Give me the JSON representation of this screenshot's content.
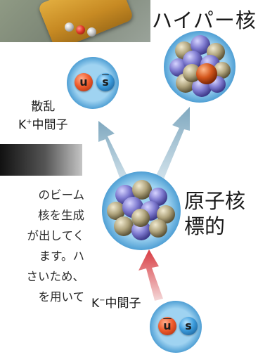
{
  "labels": {
    "hypernucleus": "ハイパー核",
    "scattered_kaon_line1": "散乱",
    "scattered_kaon_k": "K",
    "scattered_kaon_sup": "+",
    "scattered_kaon_rest": "中間子",
    "target_line1": "原子核",
    "target_line2": "標的",
    "kminus_k": "K",
    "kminus_sup": "−",
    "kminus_rest": "中間子"
  },
  "quarks": {
    "scattered_up": "u",
    "scattered_strange": "s",
    "incoming_up": "u",
    "incoming_strange": "s"
  },
  "body_text_lines": [
    "のビーム",
    "核を生成",
    "が出してく",
    "ます。ハ",
    "さいため、",
    "を用いて"
  ],
  "colors": {
    "arrow_outgoing": "#8fb3c6",
    "arrow_incoming": "#d9464b",
    "proton": "#8a86d0",
    "neutron": "#b8ad88",
    "hyperon": "#d4571d",
    "sphere_halo": "#78bde6"
  }
}
